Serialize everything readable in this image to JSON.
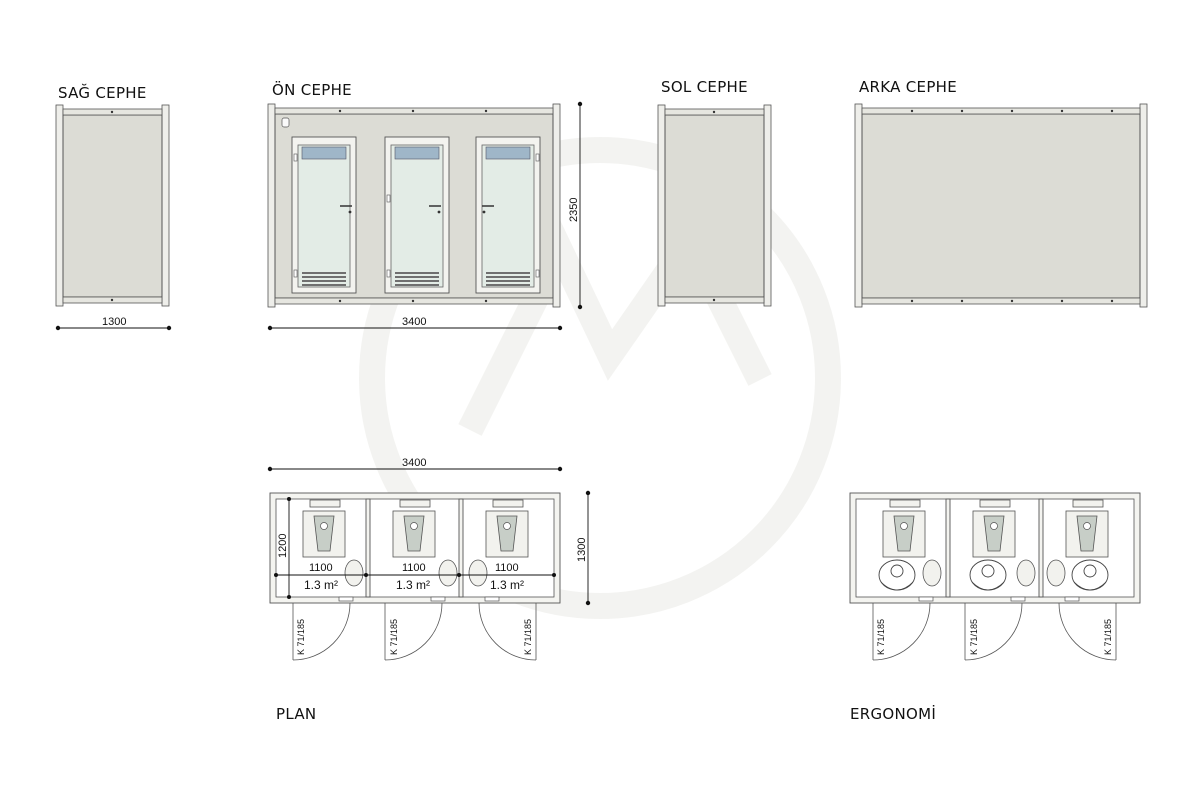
{
  "views": {
    "right_title": "SAĞ CEPHE",
    "front_title": "ÖN CEPHE",
    "left_title": "SOL CEPHE",
    "back_title": "ARKA CEPHE",
    "plan_title": "PLAN",
    "ergonomics_title": "ERGONOMİ"
  },
  "dimensions": {
    "right_width": "1300",
    "front_width": "3400",
    "front_height": "2350",
    "plan_width": "3400",
    "plan_depth": "1300",
    "cabin_depth": "1200",
    "cabin_width_1": "1100",
    "cabin_width_2": "1100",
    "cabin_width_3": "1100"
  },
  "areas": {
    "cabin_1": "1.3 m²",
    "cabin_2": "1.3 m²",
    "cabin_3": "1.3 m²"
  },
  "doors": {
    "plan_1": "K 71/185",
    "plan_2": "K 71/185",
    "plan_3": "K 71/185",
    "ergo_1": "K 71/185",
    "ergo_2": "K 71/185",
    "ergo_3": "K 71/185"
  },
  "icons": {
    "watermark": "company-logo-watermark-icon"
  }
}
